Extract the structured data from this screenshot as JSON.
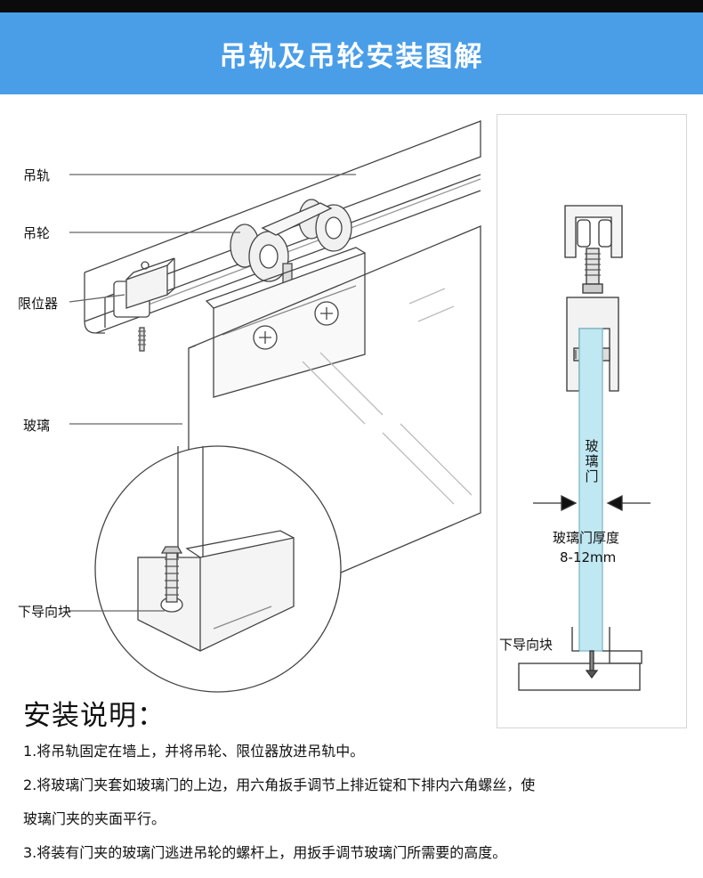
{
  "header": {
    "title": "吊轨及吊轮安装图解"
  },
  "diagram": {
    "labels": {
      "rail": "吊轨",
      "wheel": "吊轮",
      "stopper": "限位器",
      "glass": "玻璃",
      "guide": "下导向块"
    }
  },
  "side_panel": {
    "glass_door_vertical": [
      "玻",
      "璃",
      "门"
    ],
    "thickness_label": "玻璃门厚度",
    "thickness_value": "8-12mm",
    "guide_label": "下导向块"
  },
  "instructions": {
    "title": "安装说明：",
    "steps": [
      "1.将吊轨固定在墙上，并将吊轮、限位器放进吊轨中。",
      "2.将玻璃门夹套如玻璃门的上边，用六角扳手调节上排近锭和下排内六角螺丝，使",
      "玻璃门夹的夹面平行。",
      "3.将装有门夹的玻璃门逃进吊轮的螺杆上，用扳手调节玻璃门所需要的高度。"
    ]
  },
  "colors": {
    "header_bg": "#4a9ee8",
    "glass_fill": "#bfe8f2",
    "topbar": "#0b0b0b"
  }
}
